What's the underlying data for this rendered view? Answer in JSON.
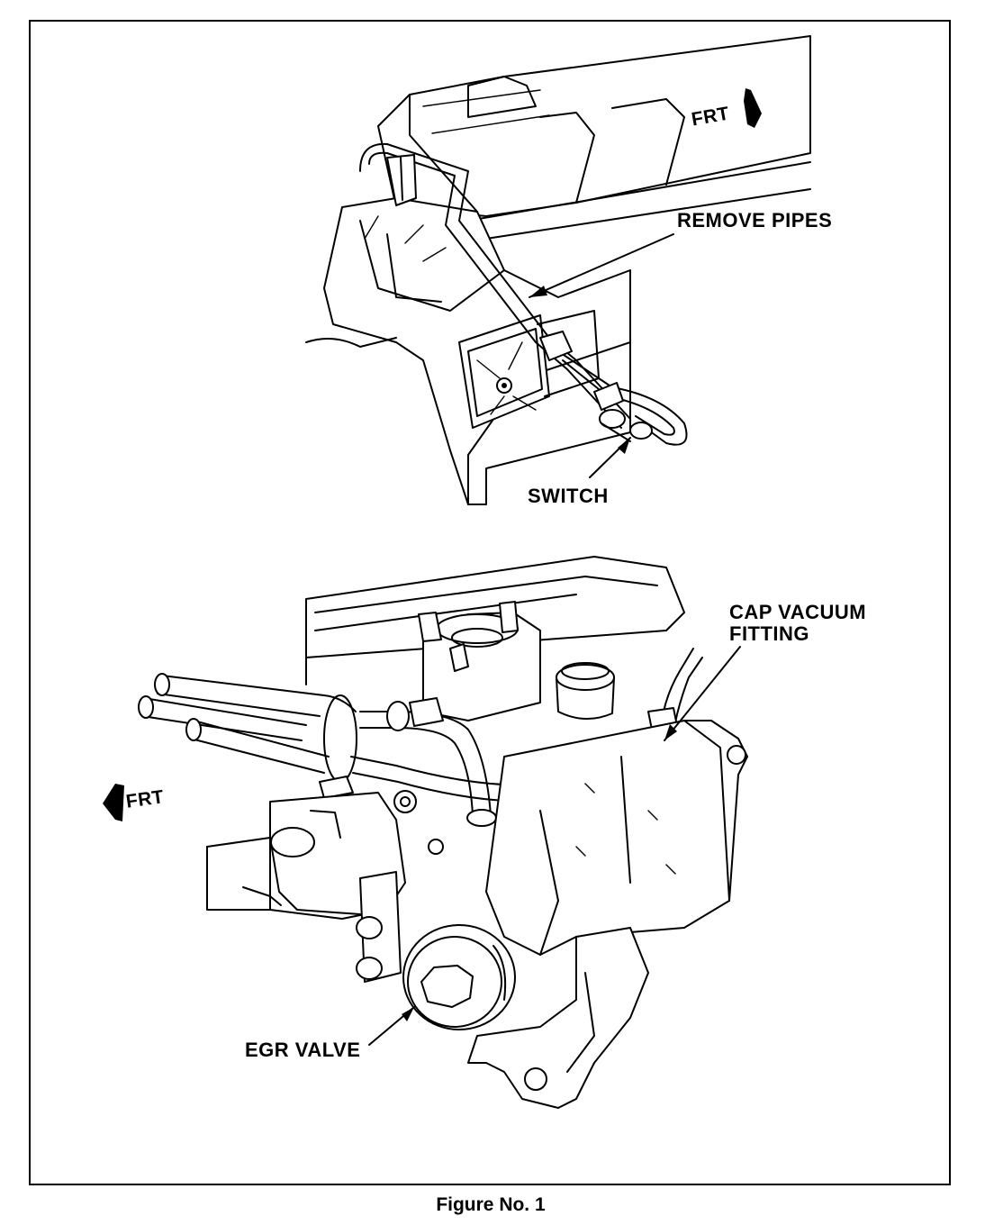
{
  "labels": {
    "frt_top": "FRT",
    "remove_pipes": "REMOVE PIPES",
    "switch": "SWITCH",
    "cap_vacuum_line1": "CAP VACUUM",
    "cap_vacuum_line2": "FITTING",
    "egr_valve": "EGR VALVE",
    "frt_bottom": "FRT"
  },
  "caption": "Figure No. 1",
  "colors": {
    "ink": "#000000",
    "paper": "#ffffff"
  },
  "icons": {
    "front_arrow": "arrow-up-right-icon",
    "front_arrow_bottom": "arrow-left-icon"
  }
}
